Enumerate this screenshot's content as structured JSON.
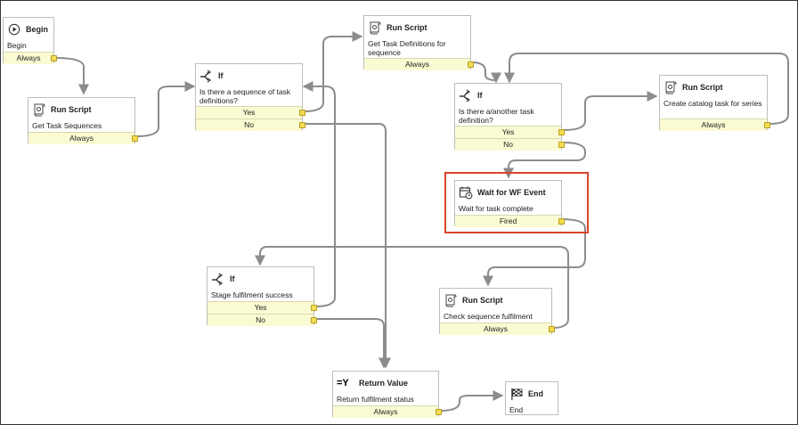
{
  "nodes": {
    "begin": {
      "title": "Begin",
      "desc": "Begin",
      "exit": "Always",
      "icon": "play-circle-icon"
    },
    "get_task_sequences": {
      "title": "Run Script",
      "desc": "Get Task Sequences",
      "exit": "Always",
      "icon": "script-icon"
    },
    "if_sequence": {
      "title": "If",
      "desc": "Is there a sequence of task definitions?",
      "exits": [
        "Yes",
        "No"
      ],
      "icon": "branch-icon"
    },
    "get_task_definitions": {
      "title": "Run Script",
      "desc": "Get Task Definitions for sequence",
      "exit": "Always",
      "icon": "script-icon"
    },
    "if_another_task": {
      "title": "If",
      "desc": "Is there a/another task definition?",
      "exits": [
        "Yes",
        "No"
      ],
      "icon": "branch-icon"
    },
    "create_catalog_task": {
      "title": "Run Script",
      "desc": "Create catalog task for series",
      "exit": "Always",
      "icon": "script-icon"
    },
    "wait_wf_event": {
      "title": "Wait for WF Event",
      "desc": "Wait for task complete",
      "exit": "Fired",
      "icon": "calendar-clock-icon"
    },
    "if_stage_success": {
      "title": "If",
      "desc": "Stage fulfilment success",
      "exits": [
        "Yes",
        "No"
      ],
      "icon": "branch-icon"
    },
    "check_sequence": {
      "title": "Run Script",
      "desc": "Check sequence fulfilment",
      "exit": "Always",
      "icon": "script-icon"
    },
    "return_value": {
      "title": "Return Value",
      "desc": "Return fulfilment status",
      "exit": "Always",
      "icon": "return-value-icon",
      "icon_text": "=Y"
    },
    "end": {
      "title": "End",
      "desc": "End",
      "icon": "checkered-flag-icon"
    }
  },
  "colors": {
    "wire": "#8c8c8c",
    "exit_bg": "#fbfbd3",
    "port": "#f3dc54",
    "highlight": "#d8452b",
    "border": "#bdbdbd"
  },
  "highlighted_node": "wait_wf_event"
}
